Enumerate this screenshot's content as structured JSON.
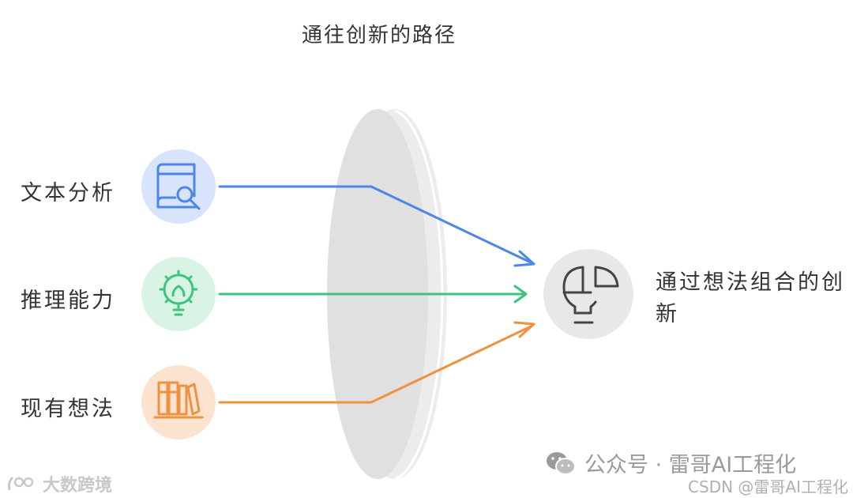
{
  "title": "通往创新的路径",
  "inputs": [
    {
      "label": "文本分析",
      "icon": "book-search-icon",
      "color": "#4c86e8",
      "bg": "#d7e4fb"
    },
    {
      "label": "推理能力",
      "icon": "lightbulb-gear-icon",
      "color": "#3fc47c",
      "bg": "#d9f4e5"
    },
    {
      "label": "现有想法",
      "icon": "bookshelf-icon",
      "color": "#ee9240",
      "bg": "#fbe3d0"
    }
  ],
  "output": {
    "label": "通过想法组合的创新",
    "icon": "lightbulb-puzzle-icon",
    "bg": "#e8e8e8"
  },
  "lens_color": "#e3e3e3",
  "watermarks": {
    "wechat": "公众号 · 雷哥AI工程化",
    "csdn": "CSDN @雷哥AI工程化",
    "left": "大数跨境"
  }
}
